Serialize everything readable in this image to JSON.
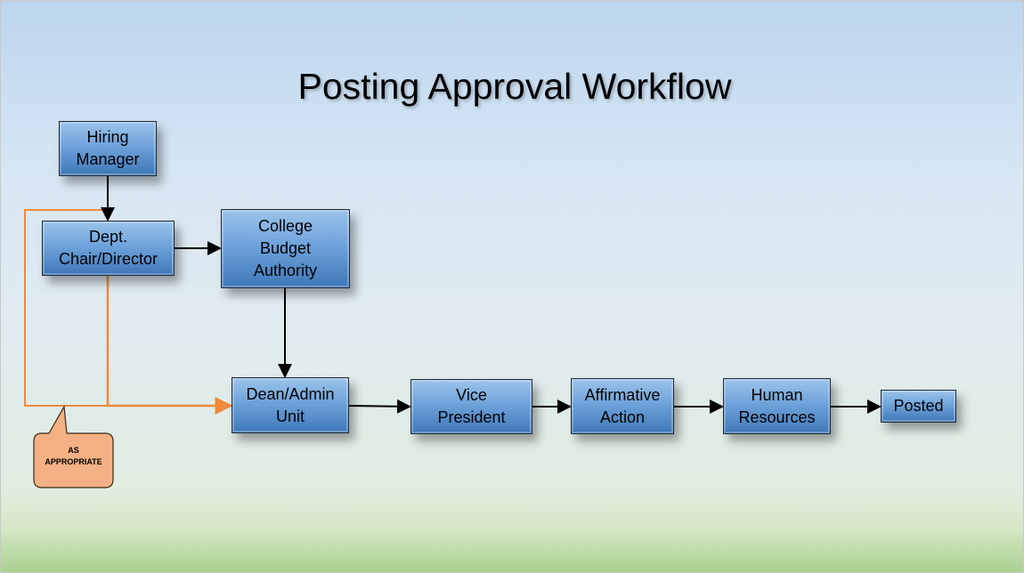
{
  "title": "Posting Approval Workflow",
  "nodes": {
    "hiring_manager": "Hiring Manager",
    "dept_chair": "Dept. Chair/Director",
    "college_budget": "College Budget Authority",
    "dean_admin": "Dean/Admin Unit",
    "vice_president": "Vice President",
    "affirmative_action": "Affirmative Action",
    "human_resources": "Human Resources",
    "posted": "Posted"
  },
  "callout": {
    "line1": "AS",
    "line2": "APPROPRIATE"
  },
  "colors": {
    "box": "#5b93d0",
    "orange_path": "#f08a3c",
    "callout_fill": "#f4b183"
  }
}
